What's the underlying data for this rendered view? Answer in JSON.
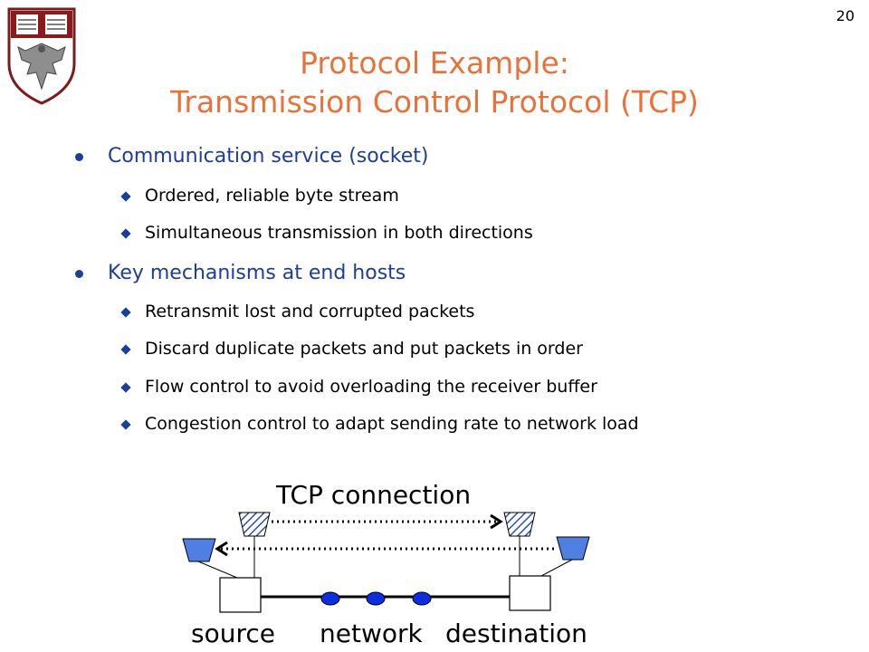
{
  "page_number": "20",
  "title": {
    "line1": "Protocol Example:",
    "line2": "Transmission Control Protocol (TCP)"
  },
  "bullets": [
    {
      "text": "Communication service (socket)",
      "sub": [
        "Ordered, reliable byte stream",
        "Simultaneous transmission in both directions"
      ]
    },
    {
      "text": "Key mechanisms at end hosts",
      "sub": [
        "Retransmit lost and corrupted packets",
        "Discard duplicate packets and put packets in order",
        "Flow control to avoid overloading the receiver buffer",
        "Congestion control to adapt sending rate to network load"
      ]
    }
  ],
  "diagram": {
    "connection_label": "TCP connection",
    "source_label": "source",
    "network_label": "network",
    "destination_label": "destination"
  },
  "colors": {
    "title": "#e8733a",
    "primary_bullet": "#1c3d9a",
    "queue_fill": "#4f7fe0",
    "network_node": "#0a2ee0",
    "crest": "#8b1a1a"
  }
}
